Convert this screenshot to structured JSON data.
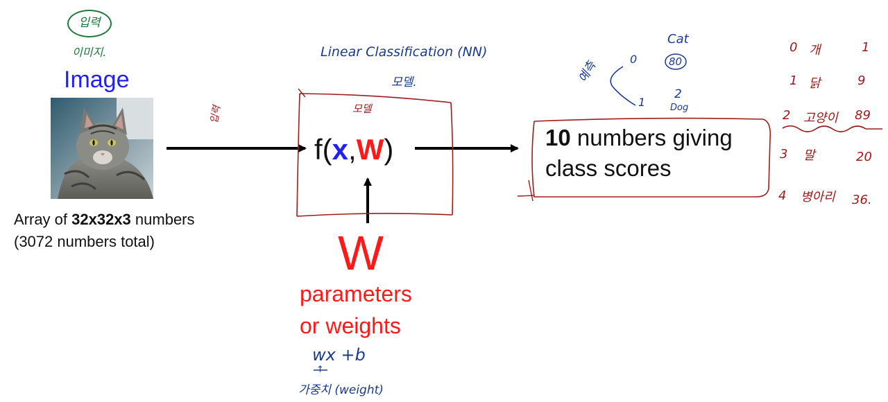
{
  "colors": {
    "blue": "#1f1fff",
    "red": "#ff1a1a",
    "black": "#111111",
    "hand_green": "#1c7a3b",
    "hand_blue": "#1b3a8c",
    "hand_red": "#9c1a1a"
  },
  "image_block": {
    "title": "Image",
    "caption_prefix": "Array of ",
    "caption_bold": "32x32x3",
    "caption_suffix": " numbers",
    "caption_line2": "(3072 numbers total)",
    "note_circled": "입력",
    "note_below": "이미지."
  },
  "function_block": {
    "f_open": "f(",
    "x": "x",
    "comma": ",",
    "w": "W",
    "f_close": ")",
    "arrow_note": "입력",
    "box_note": "모델",
    "title_line1": "Linear Classification (NN)",
    "title_line2": "모델."
  },
  "weights_block": {
    "big_w": "W",
    "label_line1": "parameters",
    "label_line2": "or weights",
    "hand_formula": "wx +b",
    "hand_underline": "↑",
    "hand_note": "가중치 (weight)"
  },
  "output_block": {
    "bold_number": "10",
    "text_line1_suffix": " numbers giving",
    "text_line2": "class scores",
    "pred_label": "예측",
    "pred_0": "0",
    "pred_1": "1",
    "pred_2": "2",
    "cat_label": "Cat",
    "cat_score": "80",
    "dog_label": "Dog"
  },
  "class_table": [
    {
      "index": "0",
      "name": "개",
      "score": "1"
    },
    {
      "index": "1",
      "name": "닭",
      "score": "9"
    },
    {
      "index": "2",
      "name": "고양이",
      "score": "89"
    },
    {
      "index": "3",
      "name": "말",
      "score": "20"
    },
    {
      "index": "4",
      "name": "병아리",
      "score": "36."
    }
  ]
}
